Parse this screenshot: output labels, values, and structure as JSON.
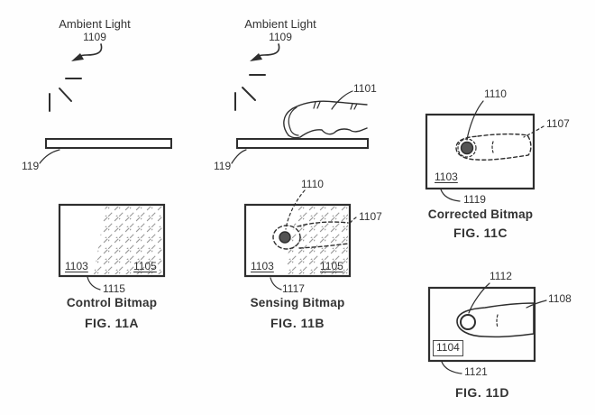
{
  "palette": {
    "ink": "#2e2e2e",
    "label": "#333333",
    "hatch_light": "#9a9a9a",
    "hatch_mid": "#8a8a8a",
    "hatch_dark": "#5f5f5f",
    "hatch_dense_bg": "#cdcdcd",
    "dot_fill": "#545454",
    "canvas_bg": "#fefefe"
  },
  "scene": {
    "left_setup": {
      "title": "Ambient Light",
      "light_ref": "1109",
      "surface_ref": "119"
    },
    "right_setup": {
      "title": "Ambient Light",
      "light_ref": "1109",
      "surface_ref": "119",
      "finger_ref": "1101"
    }
  },
  "figures": {
    "fig11a": {
      "region_left_ref": "1103",
      "region_right_ref": "1105",
      "bitmap_ref": "1115",
      "caption": "Control Bitmap",
      "fig_label": "FIG. 11A"
    },
    "fig11b": {
      "region_left_ref": "1103",
      "region_right_ref": "1105",
      "touch_ref": "1110",
      "finger_region_ref": "1107",
      "bitmap_ref": "1117",
      "caption": "Sensing Bitmap",
      "fig_label": "FIG. 11B"
    },
    "fig11c": {
      "region_left_ref": "1103",
      "touch_ref": "1110",
      "finger_region_ref": "1107",
      "bitmap_ref": "1119",
      "caption": "Corrected Bitmap",
      "fig_label": "FIG. 11C"
    },
    "fig11d": {
      "region_ref": "1104",
      "touch_ref": "1112",
      "finger_region_ref": "1108",
      "bitmap_ref": "1121",
      "fig_label": "FIG. 11D"
    }
  }
}
